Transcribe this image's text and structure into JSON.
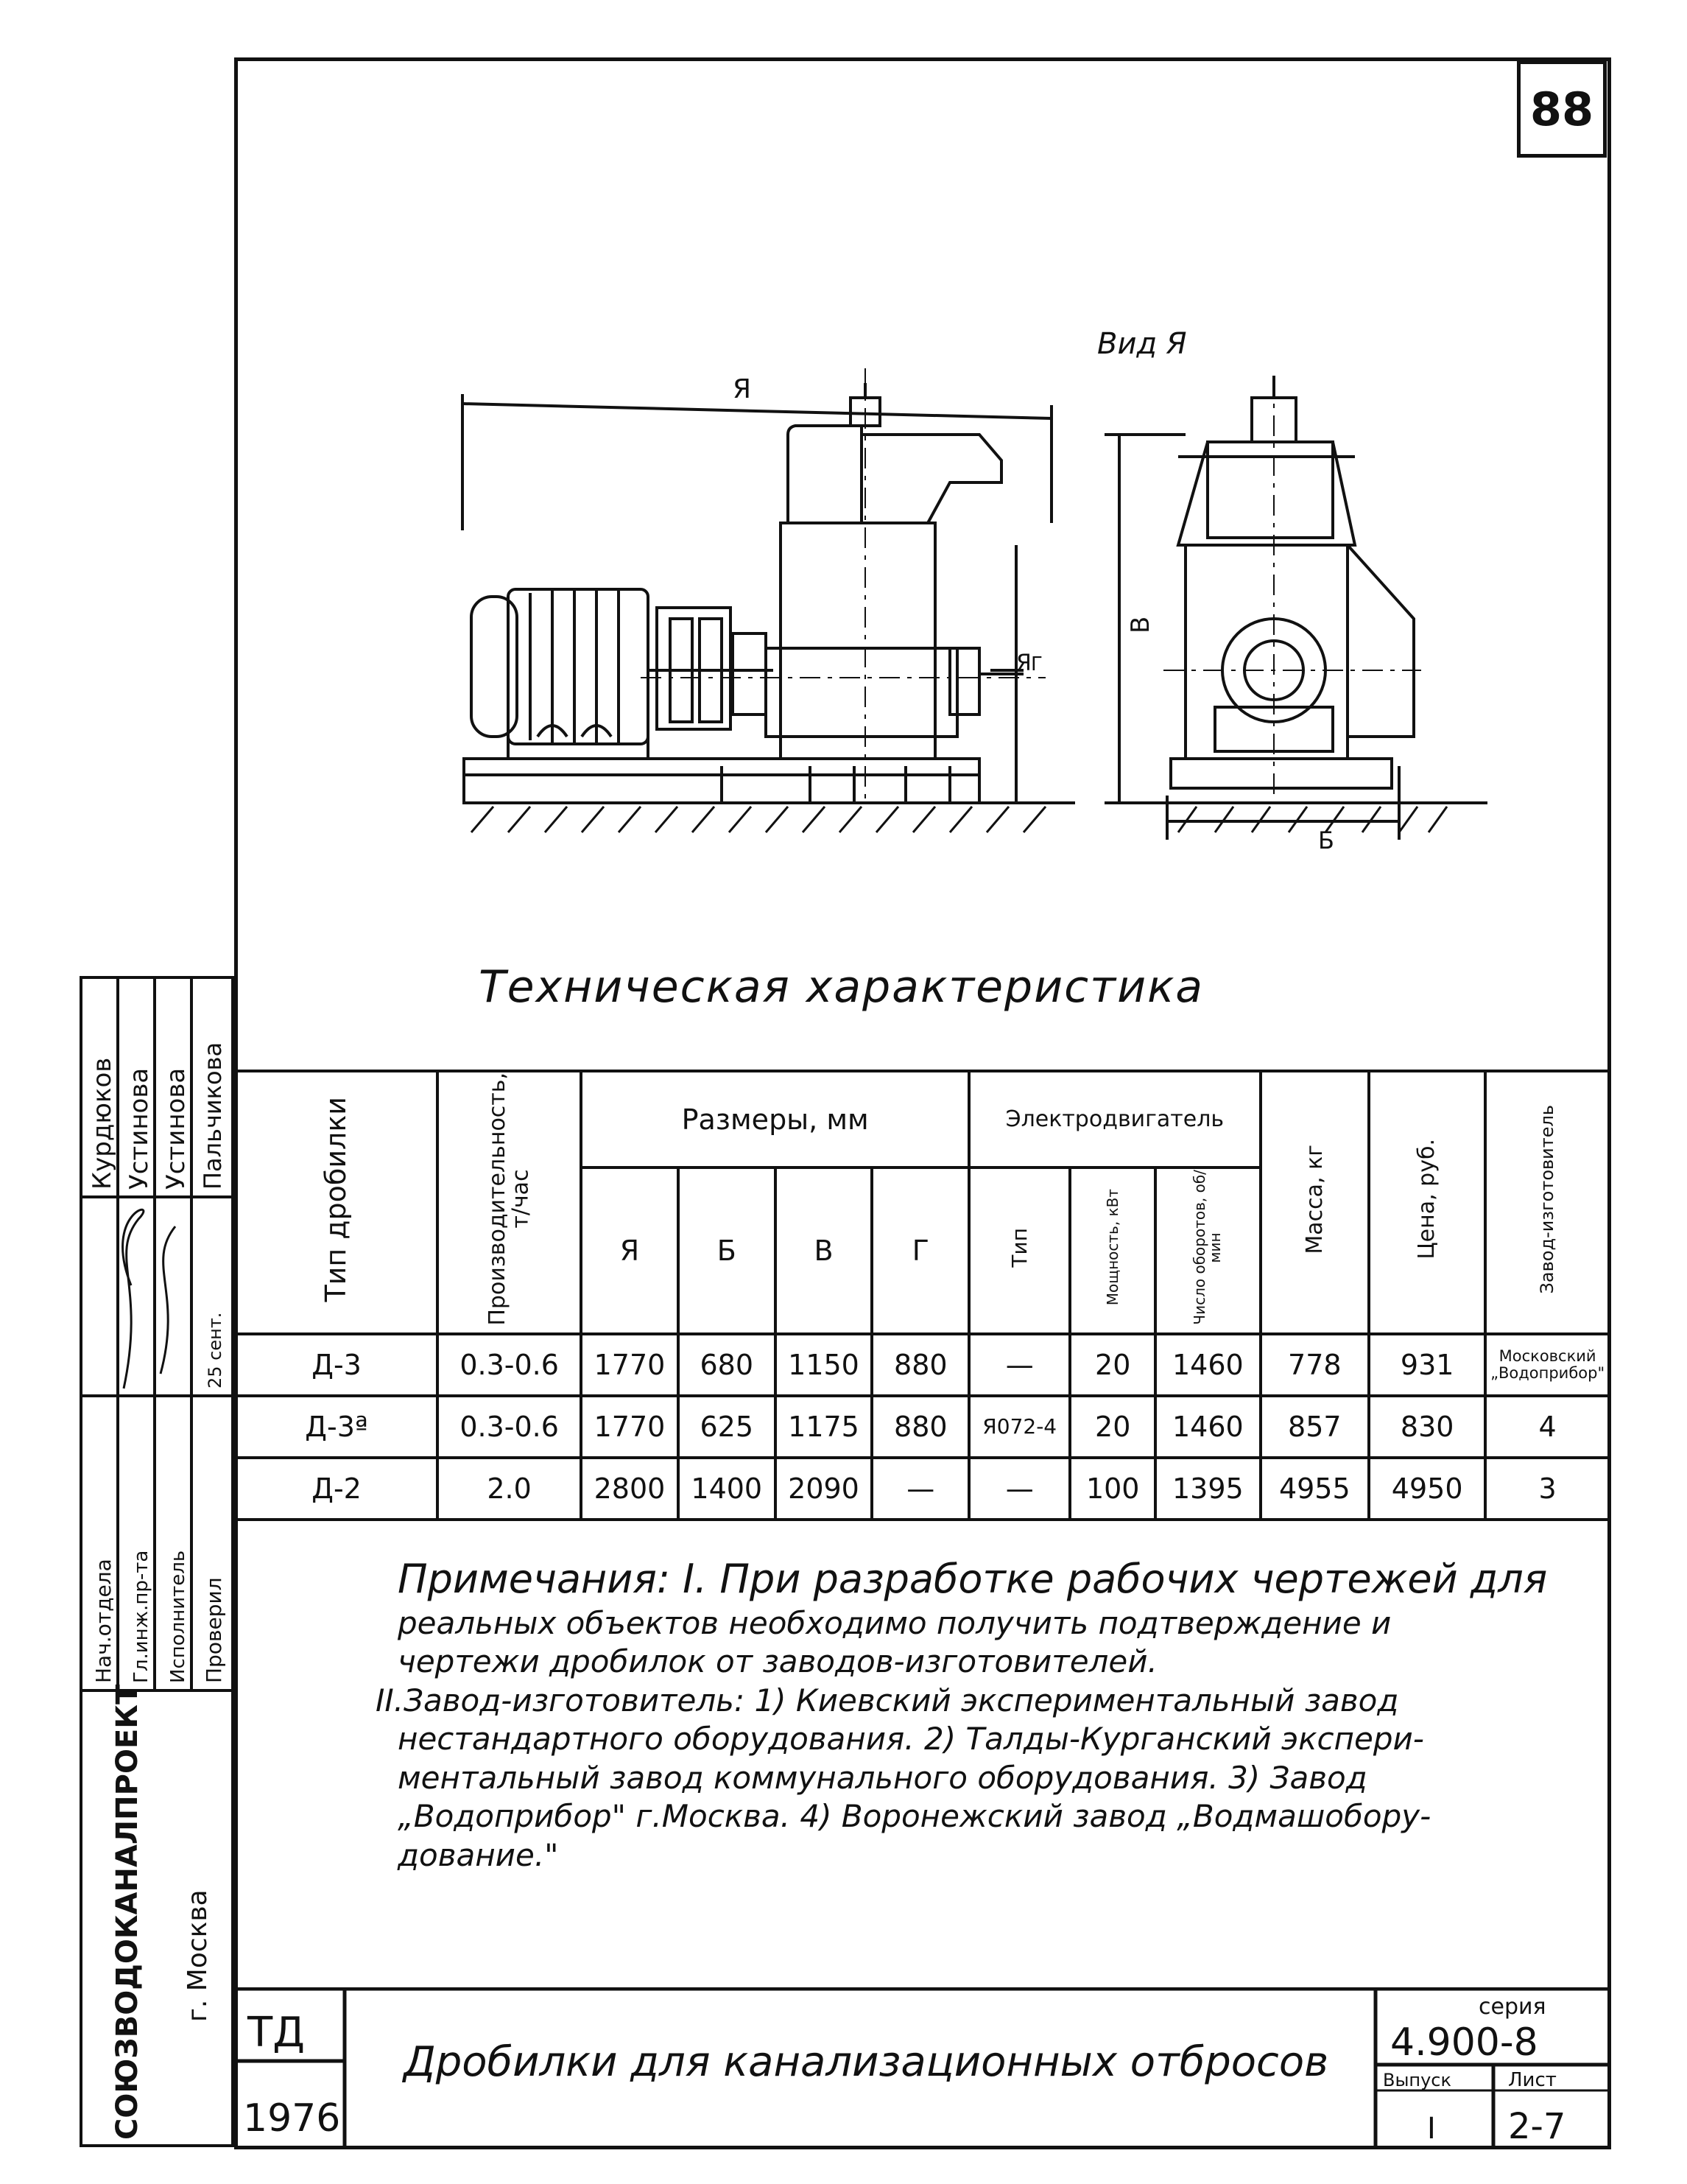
{
  "sheet": {
    "page_number": "88",
    "view_label": "Вид Я",
    "dims": {
      "a": "Я",
      "b": "Б",
      "v": "В",
      "g": "Г",
      "section": "Я"
    }
  },
  "tech": {
    "title": "Техническая характеристика",
    "headers": {
      "type": "Тип дробилки",
      "capacity": "Производительность, т/час",
      "sizes": "Размеры, мм",
      "size_a": "Я",
      "size_b": "Б",
      "size_v": "В",
      "size_g": "Г",
      "motor": "Электродвигатель",
      "motor_type": "Тип",
      "power": "Мощность, кВт",
      "rpm": "Число оборотов, об/мин",
      "mass": "Масса, кг",
      "price": "Цена, руб.",
      "maker": "Завод-изготовитель"
    },
    "rows": [
      {
        "type": "Д-3",
        "cap": "0.3-0.6",
        "a": "1770",
        "b": "680",
        "v": "1150",
        "g": "880",
        "mtype": "—",
        "power": "20",
        "rpm": "1460",
        "mass": "778",
        "price": "931",
        "maker": "Московский „Водоприбор\""
      },
      {
        "type": "Д-3ª",
        "cap": "0.3-0.6",
        "a": "1770",
        "b": "625",
        "v": "1175",
        "g": "880",
        "mtype": "Я072-4",
        "power": "20",
        "rpm": "1460",
        "mass": "857",
        "price": "830",
        "maker": "4"
      },
      {
        "type": "Д-2",
        "cap": "2.0",
        "a": "2800",
        "b": "1400",
        "v": "2090",
        "g": "—",
        "mtype": "—",
        "power": "100",
        "rpm": "1395",
        "mass": "4955",
        "price": "4950",
        "maker": "3"
      }
    ]
  },
  "notes": {
    "lead": "Примечания: I. При разработке рабочих чертежей для",
    "l2": "реальных объектов необходимо получить подтверждение и",
    "l3": "чертежи дробилок от заводов-изготовителей.",
    "l4": "II.Завод-изготовитель: 1) Киевский экспериментальный завод",
    "l5": "нестандартного оборудования. 2) Талды-Курганский экспери-",
    "l6": "ментальный завод коммунального оборудования. 3) Завод",
    "l7": "„Водоприбор\" г.Москва. 4) Воронежский завод „Водмашобору-",
    "l8": "дование.\""
  },
  "side": {
    "names": [
      "Курдюков",
      "Устинова",
      "Устинова",
      "Пальчикова"
    ],
    "dates": [
      "",
      "",
      "",
      "25 сент."
    ],
    "roles": [
      "Нач.отдела",
      "Гл.инж.пр-та",
      "Исполнитель",
      "Проверил"
    ],
    "org": "СОЮЗВОДОКАНАЛПРОЕКТ",
    "city": "г. Москва"
  },
  "stamp": {
    "td": "ТД",
    "year": "1976",
    "title": "Дробилки для канализационных отбросов",
    "seria_label": "серия",
    "seria": "4.900-8",
    "vypusk_label": "Выпуск",
    "vypusk": "I",
    "list_label": "Лист",
    "list": "2-7"
  }
}
